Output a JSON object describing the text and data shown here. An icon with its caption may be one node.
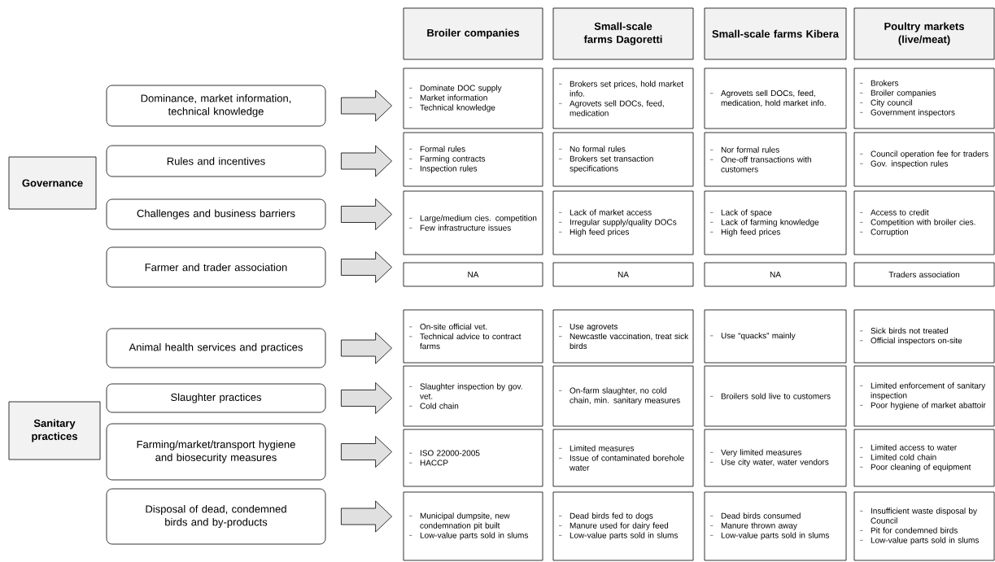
{
  "diagram": {
    "nodes": [
      {
        "text": [
          "Broiler companies"
        ]
      },
      {
        "text": [
          "Small-scale farms Dagoretti"
        ]
      },
      {
        "text": [
          "Small-scale farms Kibera"
        ]
      },
      {
        "text": [
          "Poultry markets (live/meat)"
        ]
      },
      {
        "text": [
          "Governance"
        ]
      },
      {
        "text": [
          "Dominance, market information, technical knowledge"
        ]
      },
      {
        "text": [
          "Dominate DOC supply",
          "Market information",
          "Technical knowledge"
        ]
      },
      {
        "text": [
          "Brokers set prices, hold market info.",
          "Agrovets sell DOCs, feed, medication"
        ]
      },
      {
        "text": [
          "Agrovets sell DOCs, feed, medication, hold market info."
        ]
      },
      {
        "text": [
          "Brokers",
          "Broiler companies",
          "City council",
          "Government inspectors"
        ]
      },
      {
        "text": [
          "Rules and incentives"
        ]
      },
      {
        "text": [
          "Formal rules",
          "Farming contracts",
          "Inspection rules"
        ]
      },
      {
        "text": [
          "No formal rules",
          "Brokers set transaction specifications"
        ]
      },
      {
        "text": [
          "Nor formal rules",
          "One-off transactions with customers"
        ]
      },
      {
        "text": [
          "Council operation fee for traders",
          "Gov. inspection rules"
        ]
      },
      {
        "text": [
          "Challenges and business barriers"
        ]
      },
      {
        "text": [
          "Large/medium cies. competition",
          "Few infrastructure issues"
        ]
      },
      {
        "text": [
          "Lack of market access",
          "Irregular supply/quality DOCs",
          "High feed prices"
        ]
      },
      {
        "text": [
          "Lack of space",
          "Lack of farming knowledge",
          "High feed prices"
        ]
      },
      {
        "text": [
          "Access to credit",
          "Competition with broiler cies.",
          "Corruption"
        ]
      },
      {
        "text": [
          "Farmer and trader association"
        ]
      },
      {
        "text": [
          "NA"
        ]
      },
      {
        "text": [
          "NA"
        ]
      },
      {
        "text": [
          "NA"
        ]
      },
      {
        "text": [
          "Traders association"
        ]
      },
      {
        "text": [
          "Sanitary practices"
        ]
      },
      {
        "text": [
          "Animal health services and practices"
        ]
      },
      {
        "text": [
          "On-site official vet.",
          "Technical advice to contract farms"
        ]
      },
      {
        "text": [
          "Use agrovets",
          "Newcastle vaccination, treat sick birds"
        ]
      },
      {
        "text": [
          "Use “quacks” mainly"
        ]
      },
      {
        "text": [
          "Sick birds not treated",
          "Official inspectors on-site"
        ]
      },
      {
        "text": [
          "Slaughter practices"
        ]
      },
      {
        "text": [
          "Slaughter inspection by gov. vet.",
          "Cold chain"
        ]
      },
      {
        "text": [
          "On-farm slaughter, no cold chain, min. sanitary measures"
        ]
      },
      {
        "text": [
          "Broilers sold live to customers"
        ]
      },
      {
        "text": [
          "Limited enforcement of sanitary inspection",
          "Poor hygiene of market abattoir"
        ]
      },
      {
        "text": [
          "Farming/market/transport hygiene and biosecurity measures"
        ]
      },
      {
        "text": [
          "ISO 22000-2005",
          "HACCP"
        ]
      },
      {
        "text": [
          "Limited measures",
          "Issue of contaminated borehole water"
        ]
      },
      {
        "text": [
          "Very limited measures",
          "Use city water, water vendors"
        ]
      },
      {
        "text": [
          "Limited access to water",
          "Limited cold chain",
          "Poor cleaning of equipment"
        ]
      },
      {
        "text": [
          "Disposal of dead, condemned birds and by-products"
        ]
      },
      {
        "text": [
          "Municipal dumpsite, new condemnation pit built",
          "Low-value parts sold in slums"
        ]
      },
      {
        "text": [
          "Dead birds fed to dogs",
          "Manure used for dairy feed",
          "Low-value parts sold in slums"
        ]
      },
      {
        "text": [
          "Dead birds consumed",
          "Manure thrown away",
          "Low-value parts sold in slums"
        ]
      },
      {
        "text": [
          "Insufficient waste disposal by Council",
          "Pit for condemned birds",
          "Low-value parts sold in slums"
        ]
      }
    ],
    "edges": [
      {
        "from": 5,
        "to": 6,
        "arrow": "to"
      },
      {
        "from": 10,
        "to": 11,
        "arrow": "to"
      },
      {
        "from": 15,
        "to": 16,
        "arrow": "to"
      },
      {
        "from": 20,
        "to": 21,
        "arrow": "to"
      },
      {
        "from": 26,
        "to": 27,
        "arrow": "to"
      },
      {
        "from": 31,
        "to": 32,
        "arrow": "to"
      },
      {
        "from": 36,
        "to": 37,
        "arrow": "to"
      },
      {
        "from": 41,
        "to": 42,
        "arrow": "to"
      }
    ]
  }
}
